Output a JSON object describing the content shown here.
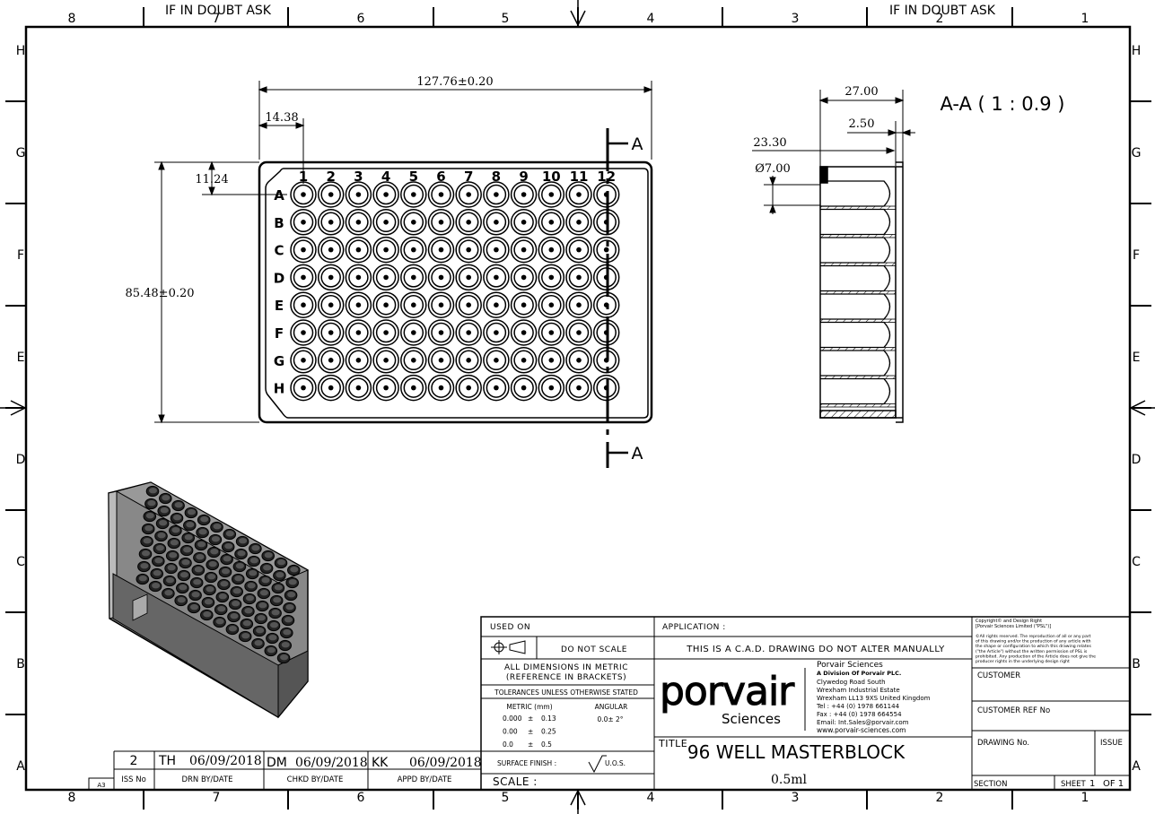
{
  "border": {
    "doubt_text": "IF IN DOUBT ASK",
    "col_numbers": [
      "8",
      "7",
      "6",
      "5",
      "4",
      "3",
      "2",
      "1"
    ],
    "row_letters": [
      "H",
      "G",
      "F",
      "E",
      "D",
      "C",
      "B",
      "A"
    ]
  },
  "plan_view": {
    "col_labels": [
      "1",
      "2",
      "3",
      "4",
      "5",
      "6",
      "7",
      "8",
      "9",
      "10",
      "11",
      "12"
    ],
    "row_labels": [
      "A",
      "B",
      "C",
      "D",
      "E",
      "F",
      "G",
      "H"
    ],
    "dim_length": "127.76±0.20",
    "dim_width": "85.48±0.20",
    "dim_col_offset": "14.38",
    "dim_row_offset": "11.24",
    "section_marker": "A"
  },
  "section_view": {
    "title": "A-A ( 1 : 0.9 )",
    "dim_height": "27.00",
    "dim_flange": "2.50",
    "dim_depth": "23.30",
    "dim_well_dia": "Ø7.00"
  },
  "title_block": {
    "used_on": "USED ON",
    "do_not_scale": "DO NOT SCALE",
    "all_dimensions": "ALL DIMENSIONS IN METRIC",
    "reference": "(REFERENCE IN BRACKETS)",
    "tolerances": "TOLERANCES UNLESS OTHERWISE STATED",
    "metric_header": "METRIC (mm)",
    "angular_header": "ANGULAR",
    "tol_rows": [
      {
        "value": "0.000",
        "pm": "±",
        "tol": "0.13"
      },
      {
        "value": "0.00",
        "pm": "±",
        "tol": "0.25"
      },
      {
        "value": "0.0",
        "pm": "±",
        "tol": "0.5"
      }
    ],
    "angular_value": "0.0± 2°",
    "surface_finish": "SURFACE FINISH :",
    "uos": "U.O.S.",
    "scale": "SCALE :",
    "application": "APPLICATION :",
    "cad_notice": "THIS IS A C.A.D. DRAWING DO NOT ALTER MANUALLY",
    "logo_word": "porvair",
    "logo_sub": "Sciences",
    "company": {
      "name": "Porvair Sciences",
      "division": "A Division Of Porvair PLC.",
      "address1": "Clywedog Road South",
      "address2": "Wrexham Industrial Estate",
      "address3": "Wrexham LL13 9XS United Kingdom",
      "tel": "Tel    : +44 (0) 1978 661144",
      "fax": "Fax    : +44 (0) 1978 664554",
      "email": "Email: Int.Sales@porvair.com",
      "web": "www.porvair-sciences.com"
    },
    "copyright": {
      "line1": "Copyright© and Design Right",
      "line2": "[Porvair Sciences Limited (\"PSL\")]",
      "body": [
        "©All rights reserved. The reproduction of all or any part",
        "of this drawing and/or the production of any article with",
        "the shape or configuration to which this drawing relates",
        "(\"the Article\") without the written permission of PSL is",
        "prohibited. Any production of the Article does not give the",
        "producer rights in the underlying design right"
      ]
    },
    "customer": "CUSTOMER",
    "customer_ref": "CUSTOMER REF No",
    "drawing_no": "DRAWING No.",
    "issue": "ISSUE",
    "section": "SECTION",
    "sheet_label": "SHEET",
    "sheet_num": "1",
    "sheet_of": "OF 1",
    "title_label": "TITLE",
    "title": "96 WELL MASTERBLOCK",
    "subtitle": "0.5ml"
  },
  "revision": {
    "iss_no": "2",
    "drn": "TH",
    "drn_date": "06/09/2018",
    "chkd": "DM",
    "chkd_date": "06/09/2018",
    "appd": "KK",
    "appd_date": "06/09/2018",
    "col_iss": "ISS No",
    "col_drn": "DRN BY/DATE",
    "col_chkd": "CHKD BY/DATE",
    "col_appd": "APPD BY/DATE",
    "sheet_size": "A3"
  }
}
